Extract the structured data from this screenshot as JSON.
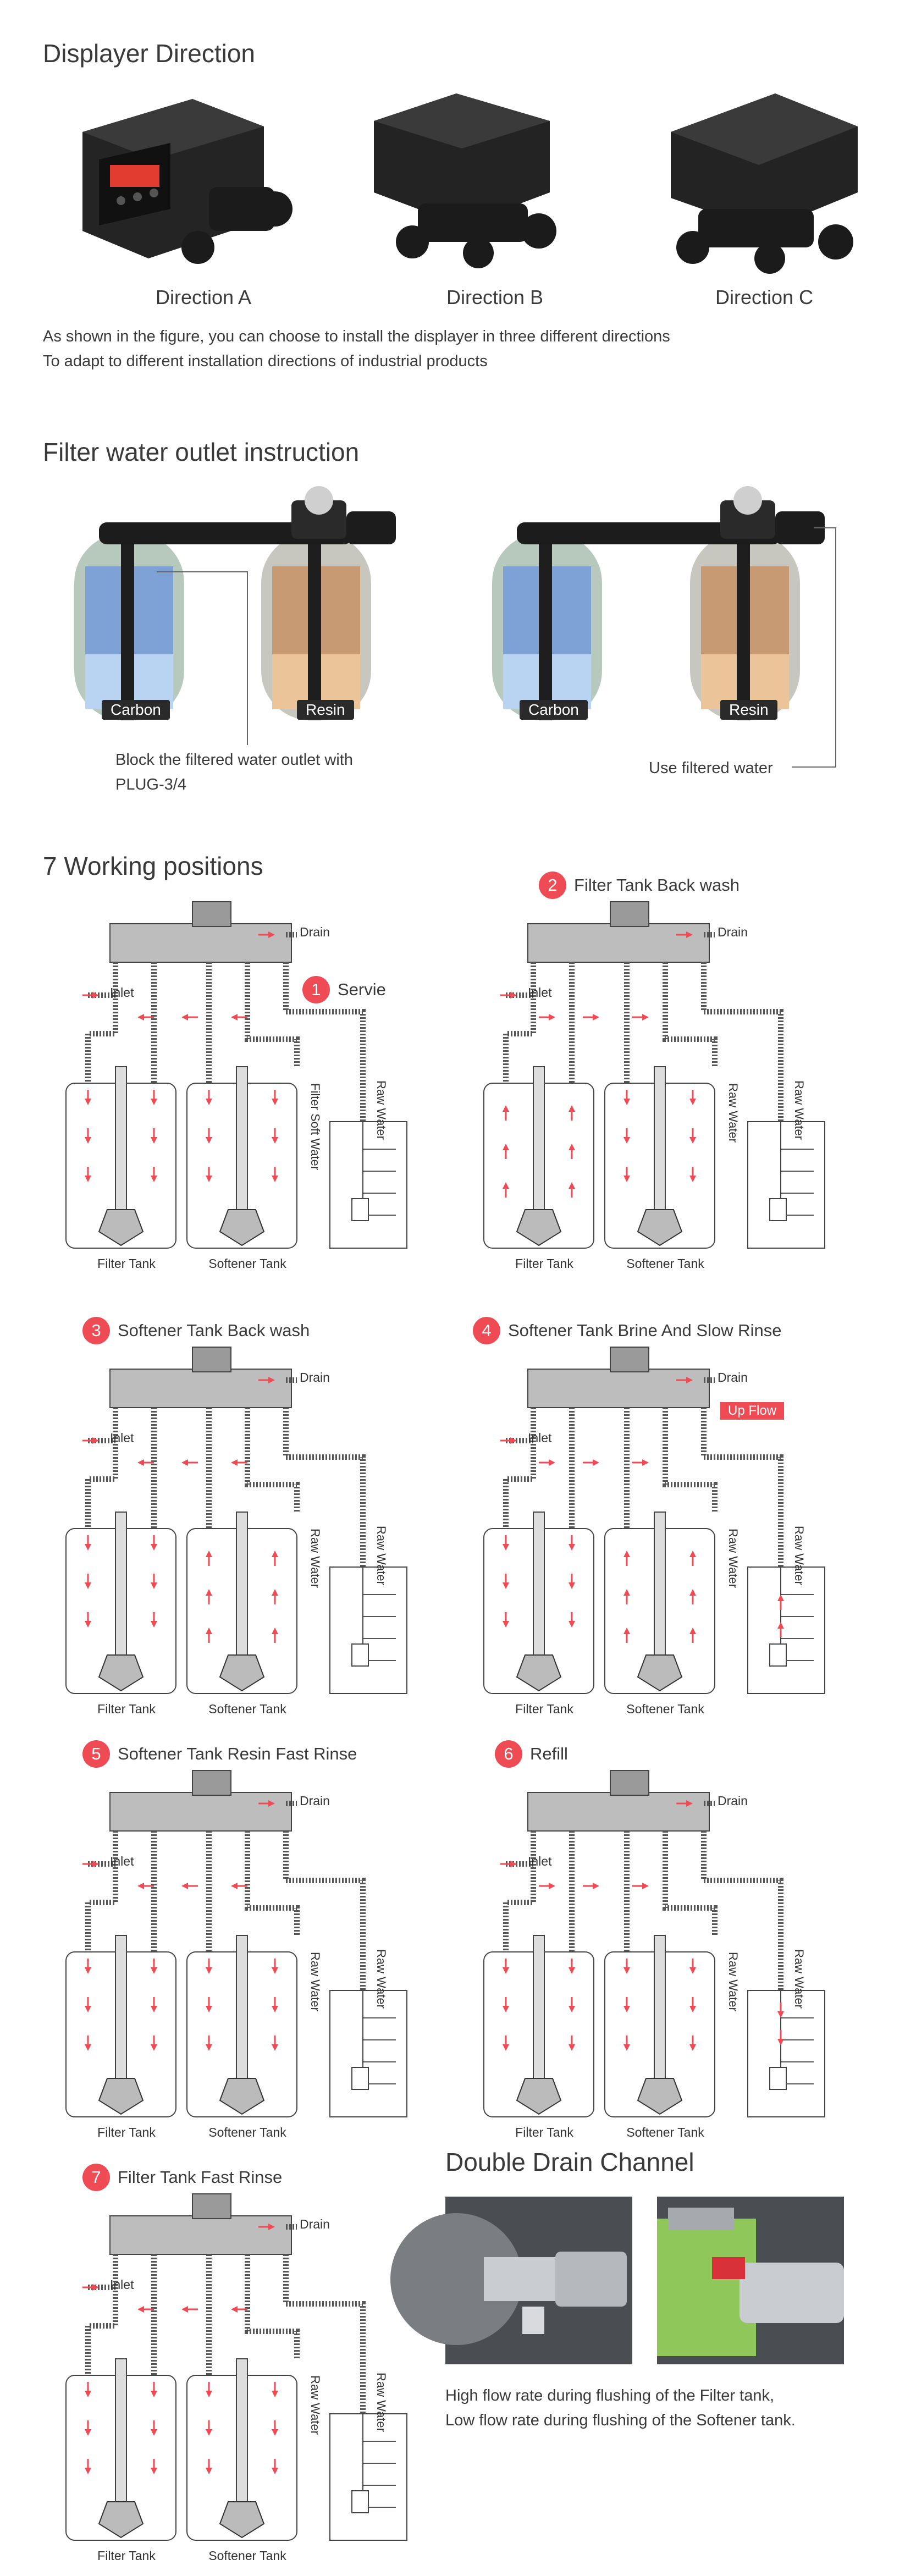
{
  "displayer": {
    "heading": "Displayer Direction",
    "directions": [
      "Direction A",
      "Direction B",
      "Direction C"
    ],
    "description": [
      "As shown in the figure, you can choose to install the displayer in three different directions",
      "To adapt to different installation directions of industrial products"
    ],
    "screen_colors": {
      "body": "#1c1c1c",
      "screen": "#ff3b30"
    }
  },
  "outlet": {
    "heading": "Filter water outlet instruction",
    "tank_labels": [
      "Carbon",
      "Resin",
      "Carbon",
      "Resin"
    ],
    "notes": {
      "left_line1": "Block the filtered water outlet with",
      "left_line2": "PLUG-3/4",
      "right": "Use filtered water"
    },
    "colors": {
      "carbon": "#6f94cf",
      "resin": "#e0a574",
      "tank_shell": "#b7c9bd"
    }
  },
  "working": {
    "heading": "7 Working positions",
    "common": {
      "drain": "Drain",
      "inlet": "Inlet",
      "filter_tank": "Filter Tank",
      "softener_tank": "Softener Tank",
      "raw_water": "Raw Water",
      "filter_soft_water": "Filter Soft Water",
      "up_flow": "Up Flow"
    },
    "panels": [
      {
        "number": "1",
        "title": "Servie"
      },
      {
        "number": "2",
        "title": "Filter Tank Back wash"
      },
      {
        "number": "3",
        "title": "Softener Tank Back wash"
      },
      {
        "number": "4",
        "title": "Softener Tank Brine And Slow Rinse"
      },
      {
        "number": "5",
        "title": "Softener Tank Resin Fast Rinse"
      },
      {
        "number": "6",
        "title": "Refill"
      },
      {
        "number": "7",
        "title": "Filter Tank Fast Rinse"
      }
    ],
    "accent": "#ee4b55"
  },
  "drain": {
    "heading": "Double Drain Channel",
    "description": [
      "High flow rate during flushing of the Filter tank,",
      "Low flow rate during flushing of the Softener tank."
    ]
  }
}
